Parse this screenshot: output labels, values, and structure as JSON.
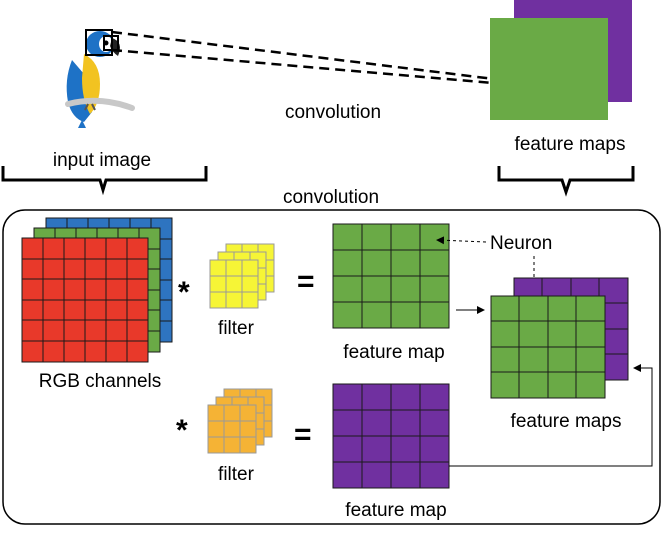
{
  "labels": {
    "top_convolution": "convolution",
    "input_image": "input image",
    "feature_maps_top": "feature maps",
    "section_title": "convolution",
    "rgb_channels": "RGB channels",
    "filter_1": "filter",
    "filter_2": "filter",
    "feature_map_1": "feature map",
    "feature_map_2": "feature map",
    "feature_maps_stack": "feature maps",
    "neuron": "Neuron"
  },
  "symbols": {
    "multiply": "*",
    "equals": "="
  },
  "colors": {
    "red_channel": "#e8392a",
    "green_channel": "#6aaa46",
    "blue_channel": "#2e74c0",
    "filter_yellow": "#f6f536",
    "filter_orange": "#f5b335",
    "feature_green": "#6aaa46",
    "feature_purple": "#7030a0",
    "parrot_blue": "#1e72c6",
    "parrot_yellow": "#f2c321"
  },
  "icons": [
    "parrot-image",
    "dashed-connection",
    "curly-brace",
    "arrow"
  ]
}
